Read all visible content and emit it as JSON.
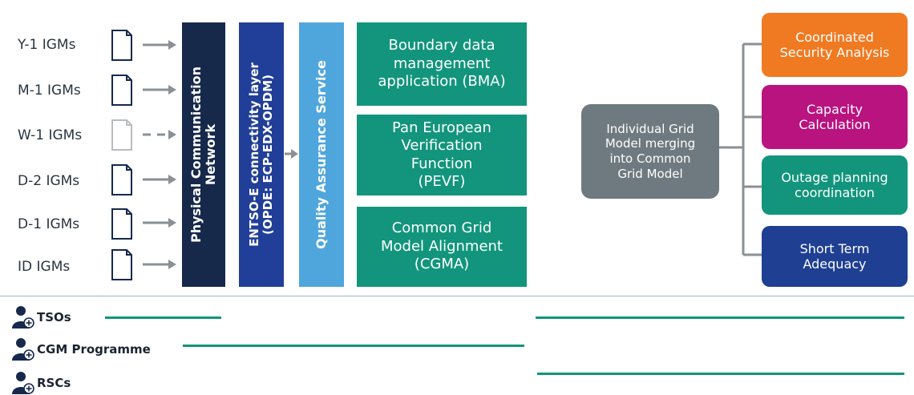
{
  "inputs": [
    {
      "label": "Y-1 IGMs",
      "muted": false
    },
    {
      "label": "M-1 IGMs",
      "muted": false
    },
    {
      "label": "W-1 IGMs",
      "muted": true
    },
    {
      "label": "D-2 IGMs",
      "muted": false
    },
    {
      "label": "D-1 IGMs",
      "muted": false
    },
    {
      "label": "ID IGMs",
      "muted": false
    }
  ],
  "layers": {
    "physical": [
      "Physical Communication",
      "Network"
    ],
    "connectivity": [
      "ENTSO-E  connectivity layer",
      "(OPDE: ECP-EDX-OPDM)"
    ],
    "qas": "Quality Assurance Service"
  },
  "services": [
    {
      "lines": [
        "Boundary data",
        "management",
        "application (BMA)"
      ]
    },
    {
      "lines": [
        "Pan European",
        "Verification",
        "Function",
        "(PEVF)"
      ]
    },
    {
      "lines": [
        "Common Grid",
        "Model Alignment",
        "(CGMA)"
      ]
    }
  ],
  "merging": [
    "Individual Grid",
    "Model merging",
    "into Common",
    "Grid Model"
  ],
  "outputs": [
    {
      "lines": [
        "Coordinated",
        "Security Analysis"
      ],
      "color": "#f07a22"
    },
    {
      "lines": [
        "Capacity",
        "Calculation"
      ],
      "color": "#b9137f"
    },
    {
      "lines": [
        "Outage planning",
        "coordination"
      ],
      "color": "#12957c"
    },
    {
      "lines": [
        "Short Term",
        "Adequacy"
      ],
      "color": "#1f3f93"
    }
  ],
  "roles": [
    {
      "label": "TSOs"
    },
    {
      "label": "CGM Programme"
    },
    {
      "label": "RSCs"
    }
  ],
  "colors": {
    "navy": "#16294b",
    "blue": "#213f98",
    "light_blue": "#4ea6dc",
    "teal": "#12957c",
    "grey_box": "#6f7a80",
    "connector": "#8a9096",
    "timeline": "#12957c"
  }
}
